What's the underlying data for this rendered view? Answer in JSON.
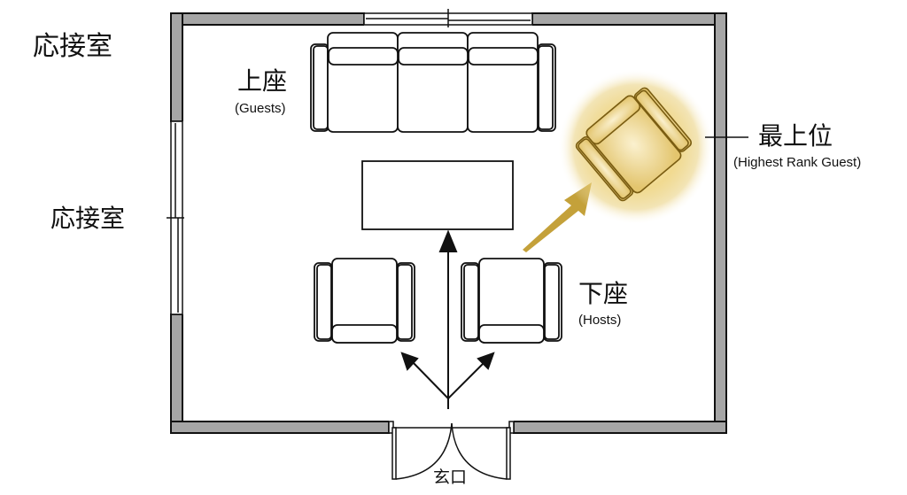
{
  "title": "応接室",
  "colors": {
    "wall_fill": "#a6a6a6",
    "wall_outline": "#111111",
    "furniture_stroke": "#111111",
    "highlight_gold": "#c9a43a",
    "highlight_glow": "#f3df9a",
    "arrow_gold": "#c4a13a",
    "arrow_black": "#111111"
  },
  "labels": {
    "room_title": "応接室",
    "left_side_room": "応接室",
    "guests_jp": "上座",
    "guests_en": "(Guests)",
    "highest_jp": "最上位",
    "highest_en": "(Highest Rank Guest)",
    "hosts_jp": "下座",
    "hosts_en": "(Hosts)",
    "entrance_jp": "玄口"
  },
  "furniture": {
    "sofa": {
      "seats": 3,
      "role": "guests"
    },
    "coffee_table": {
      "shape": "rectangle"
    },
    "host_armchairs": 2,
    "highlighted_armchair": {
      "role": "highest-rank-guest",
      "rotation_deg": -40
    }
  },
  "icons": {
    "entrance_arrows": "three-way-arrow-icon",
    "highlight_arrow": "gold-arrow-icon"
  }
}
